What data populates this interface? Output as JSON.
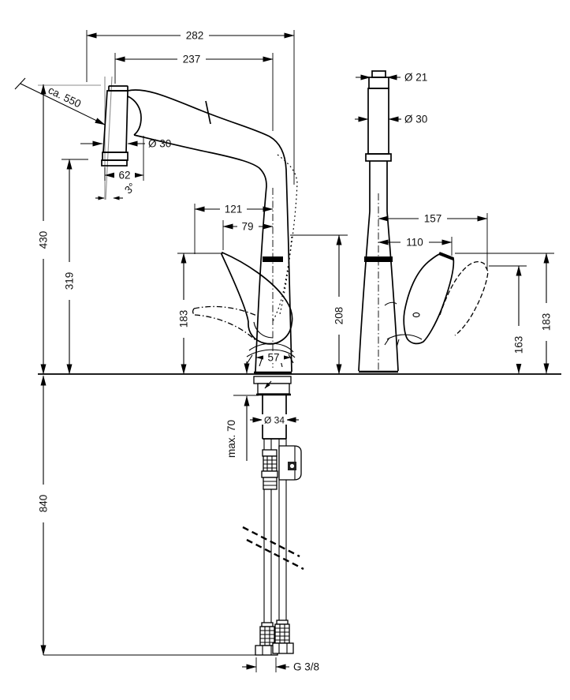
{
  "page": {
    "background": "#ffffff"
  },
  "colors": {
    "line": "#000000",
    "gray_reference": "#8c8c8c",
    "text": "#111111"
  },
  "drawing": {
    "type": "technical-dimension-drawing",
    "subject": "kitchen mixer tap with pull-out spray, front and side views with installation dimensions (mm)",
    "front_labels": {
      "overall_width": "282",
      "spout_reach": "237",
      "hose_extension": "ca. 550",
      "spray_head_diameter": "Ø 30",
      "spray_head_width": "62",
      "spray_head_angle": "3°",
      "overall_height": "430",
      "spout_underside_height": "319",
      "handle_height": "183",
      "handle_swing_reach": "121",
      "handle_reach": "79",
      "spout_height": "208",
      "base_width": "57",
      "mounting_thickness": "max. 70",
      "shank_diameter": "Ø 34",
      "hose_length_below": "840",
      "thread_size": "G 3/8"
    },
    "side_labels": {
      "spray_tip_diameter": "Ø 21",
      "body_diameter": "Ø 30",
      "handle_open_reach": "157",
      "handle_reach": "110",
      "handle_open_height": "163",
      "handle_height": "183"
    }
  }
}
